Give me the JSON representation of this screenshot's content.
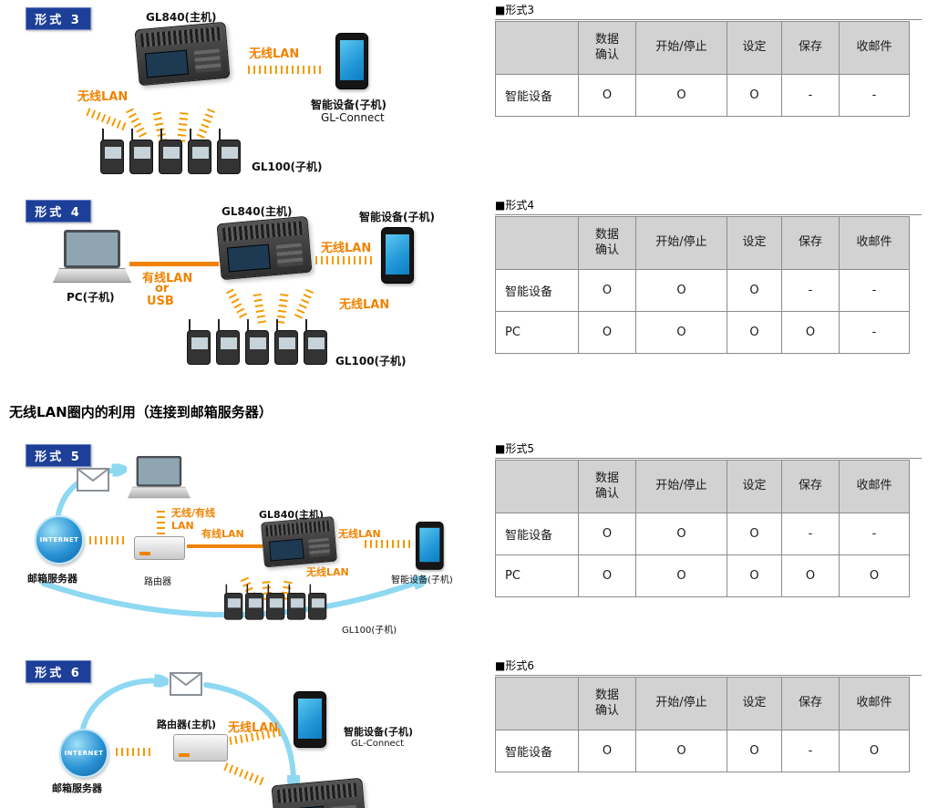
{
  "section_heading": "无线LAN圈内的利用（连接到邮箱服务器）",
  "colors": {
    "accent_orange": "#f08300",
    "badge_blue": "#1d3f97",
    "arrow_blue": "#8ed8f2",
    "table_header_bg": "#d2d2d2"
  },
  "tables": [
    {
      "title": "■形式3",
      "headers": [
        "",
        "数据\n确认",
        "开始/停止",
        "设定",
        "保存",
        "收邮件"
      ],
      "rows": [
        {
          "label": "智能设备",
          "values": [
            "O",
            "O",
            "O",
            "-",
            "-"
          ]
        }
      ]
    },
    {
      "title": "■形式4",
      "headers": [
        "",
        "数据\n确认",
        "开始/停止",
        "设定",
        "保存",
        "收邮件"
      ],
      "rows": [
        {
          "label": "智能设备",
          "values": [
            "O",
            "O",
            "O",
            "-",
            "-"
          ]
        },
        {
          "label": "PC",
          "values": [
            "O",
            "O",
            "O",
            "O",
            "-"
          ]
        }
      ]
    },
    {
      "title": "■形式5",
      "headers": [
        "",
        "数据\n确认",
        "开始/停止",
        "设定",
        "保存",
        "收邮件"
      ],
      "rows": [
        {
          "label": "智能设备",
          "values": [
            "O",
            "O",
            "O",
            "-",
            "-"
          ]
        },
        {
          "label": "PC",
          "values": [
            "O",
            "O",
            "O",
            "O",
            "O"
          ]
        }
      ]
    },
    {
      "title": "■形式6",
      "headers": [
        "",
        "数据\n确认",
        "开始/停止",
        "设定",
        "保存",
        "收邮件"
      ],
      "rows": [
        {
          "label": "智能设备",
          "values": [
            "O",
            "O",
            "O",
            "-",
            "O"
          ]
        }
      ]
    }
  ],
  "d3": {
    "badge": "形式 3",
    "gl840": "GL840(主机)",
    "wlan_top": "无线LAN",
    "wlan_left": "无线LAN",
    "smart_device": "智能设备(子机)",
    "gl_connect": "GL-Connect",
    "gl100": "GL100(子机)"
  },
  "d4": {
    "badge": "形式 4",
    "gl840": "GL840(主机)",
    "smart_device": "智能设备(子机)",
    "pc": "PC(子机)",
    "wired_lan": "有线LAN",
    "or": "or",
    "usb": "USB",
    "wlan_right": "无线LAN",
    "wlan_bottom": "无线LAN",
    "gl100": "GL100(子机)"
  },
  "d5": {
    "badge": "形式 5",
    "internet": "INTERNET",
    "mail_server": "邮箱服务器",
    "router": "路由器",
    "wlan_wired": "无线/有线\nLAN",
    "wired_lan": "有线LAN",
    "gl840": "GL840(主机)",
    "wlan_right": "无线LAN",
    "wlan_mid": "无线LAN",
    "smart_device": "智能设备(子机)",
    "gl100": "GL100(子机)"
  },
  "d6": {
    "badge": "形式 6",
    "internet": "INTERNET",
    "mail_server": "邮箱服务器",
    "router": "路由器(主机)",
    "wlan": "无线LAN",
    "smart_device": "智能设备(子机)",
    "gl_connect": "GL-Connect"
  }
}
